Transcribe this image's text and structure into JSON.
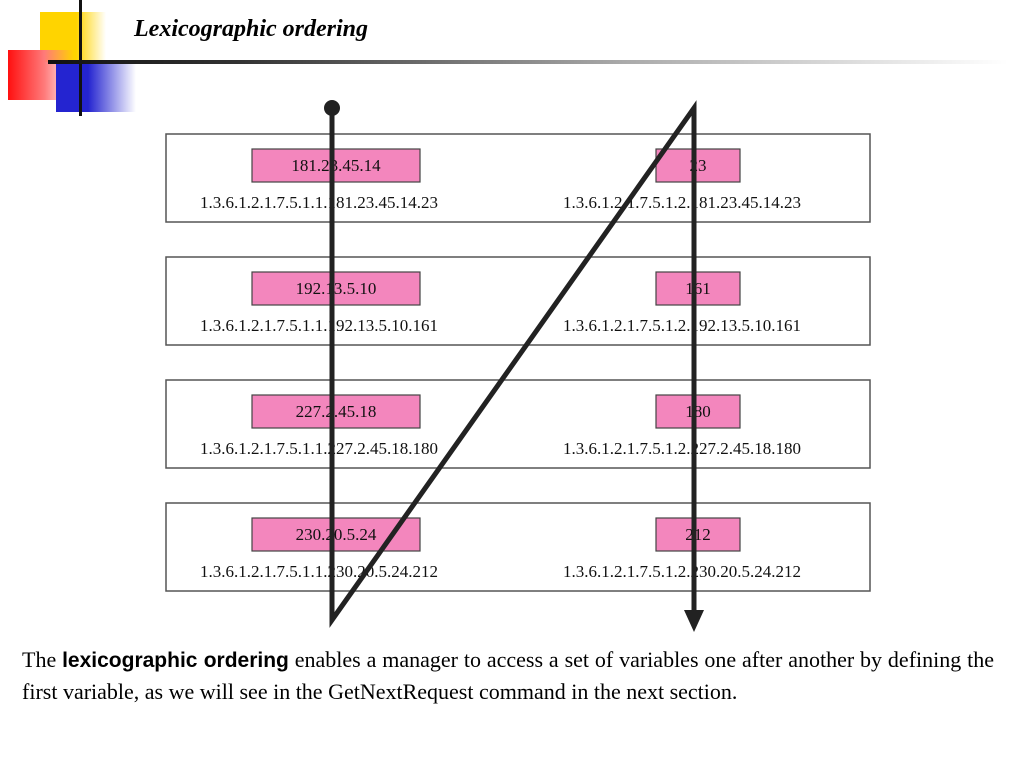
{
  "slide": {
    "title": "Lexicographic ordering"
  },
  "diagram": {
    "rows": [
      {
        "left": {
          "value": "181.23.45.14",
          "oid": "1.3.6.1.2.1.7.5.1.1.181.23.45.14.23"
        },
        "right": {
          "value": "23",
          "oid": "1.3.6.1.2.1.7.5.1.2.181.23.45.14.23"
        }
      },
      {
        "left": {
          "value": "192.13.5.10",
          "oid": "1.3.6.1.2.1.7.5.1.1.192.13.5.10.161"
        },
        "right": {
          "value": "161",
          "oid": "1.3.6.1.2.1.7.5.1.2.192.13.5.10.161"
        }
      },
      {
        "left": {
          "value": "227.2.45.18",
          "oid": "1.3.6.1.2.1.7.5.1.1.227.2.45.18.180"
        },
        "right": {
          "value": "180",
          "oid": "1.3.6.1.2.1.7.5.1.2.227.2.45.18.180"
        }
      },
      {
        "left": {
          "value": "230.20.5.24",
          "oid": "1.3.6.1.2.1.7.5.1.1.230.20.5.24.212"
        },
        "right": {
          "value": "212",
          "oid": "1.3.6.1.2.1.7.5.1.2.230.20.5.24.212"
        }
      }
    ],
    "colors": {
      "value_box_fill": "#f386bd",
      "value_box_stroke": "#444444",
      "row_border": "#555555",
      "path_stroke": "#222222"
    }
  },
  "body": {
    "prefix": "The ",
    "term": "lexicographic ordering",
    "suffix": " enables a manager to access a set of variables one after another by defining the first variable, as we will see in the GetNextRequest command in the next section."
  }
}
